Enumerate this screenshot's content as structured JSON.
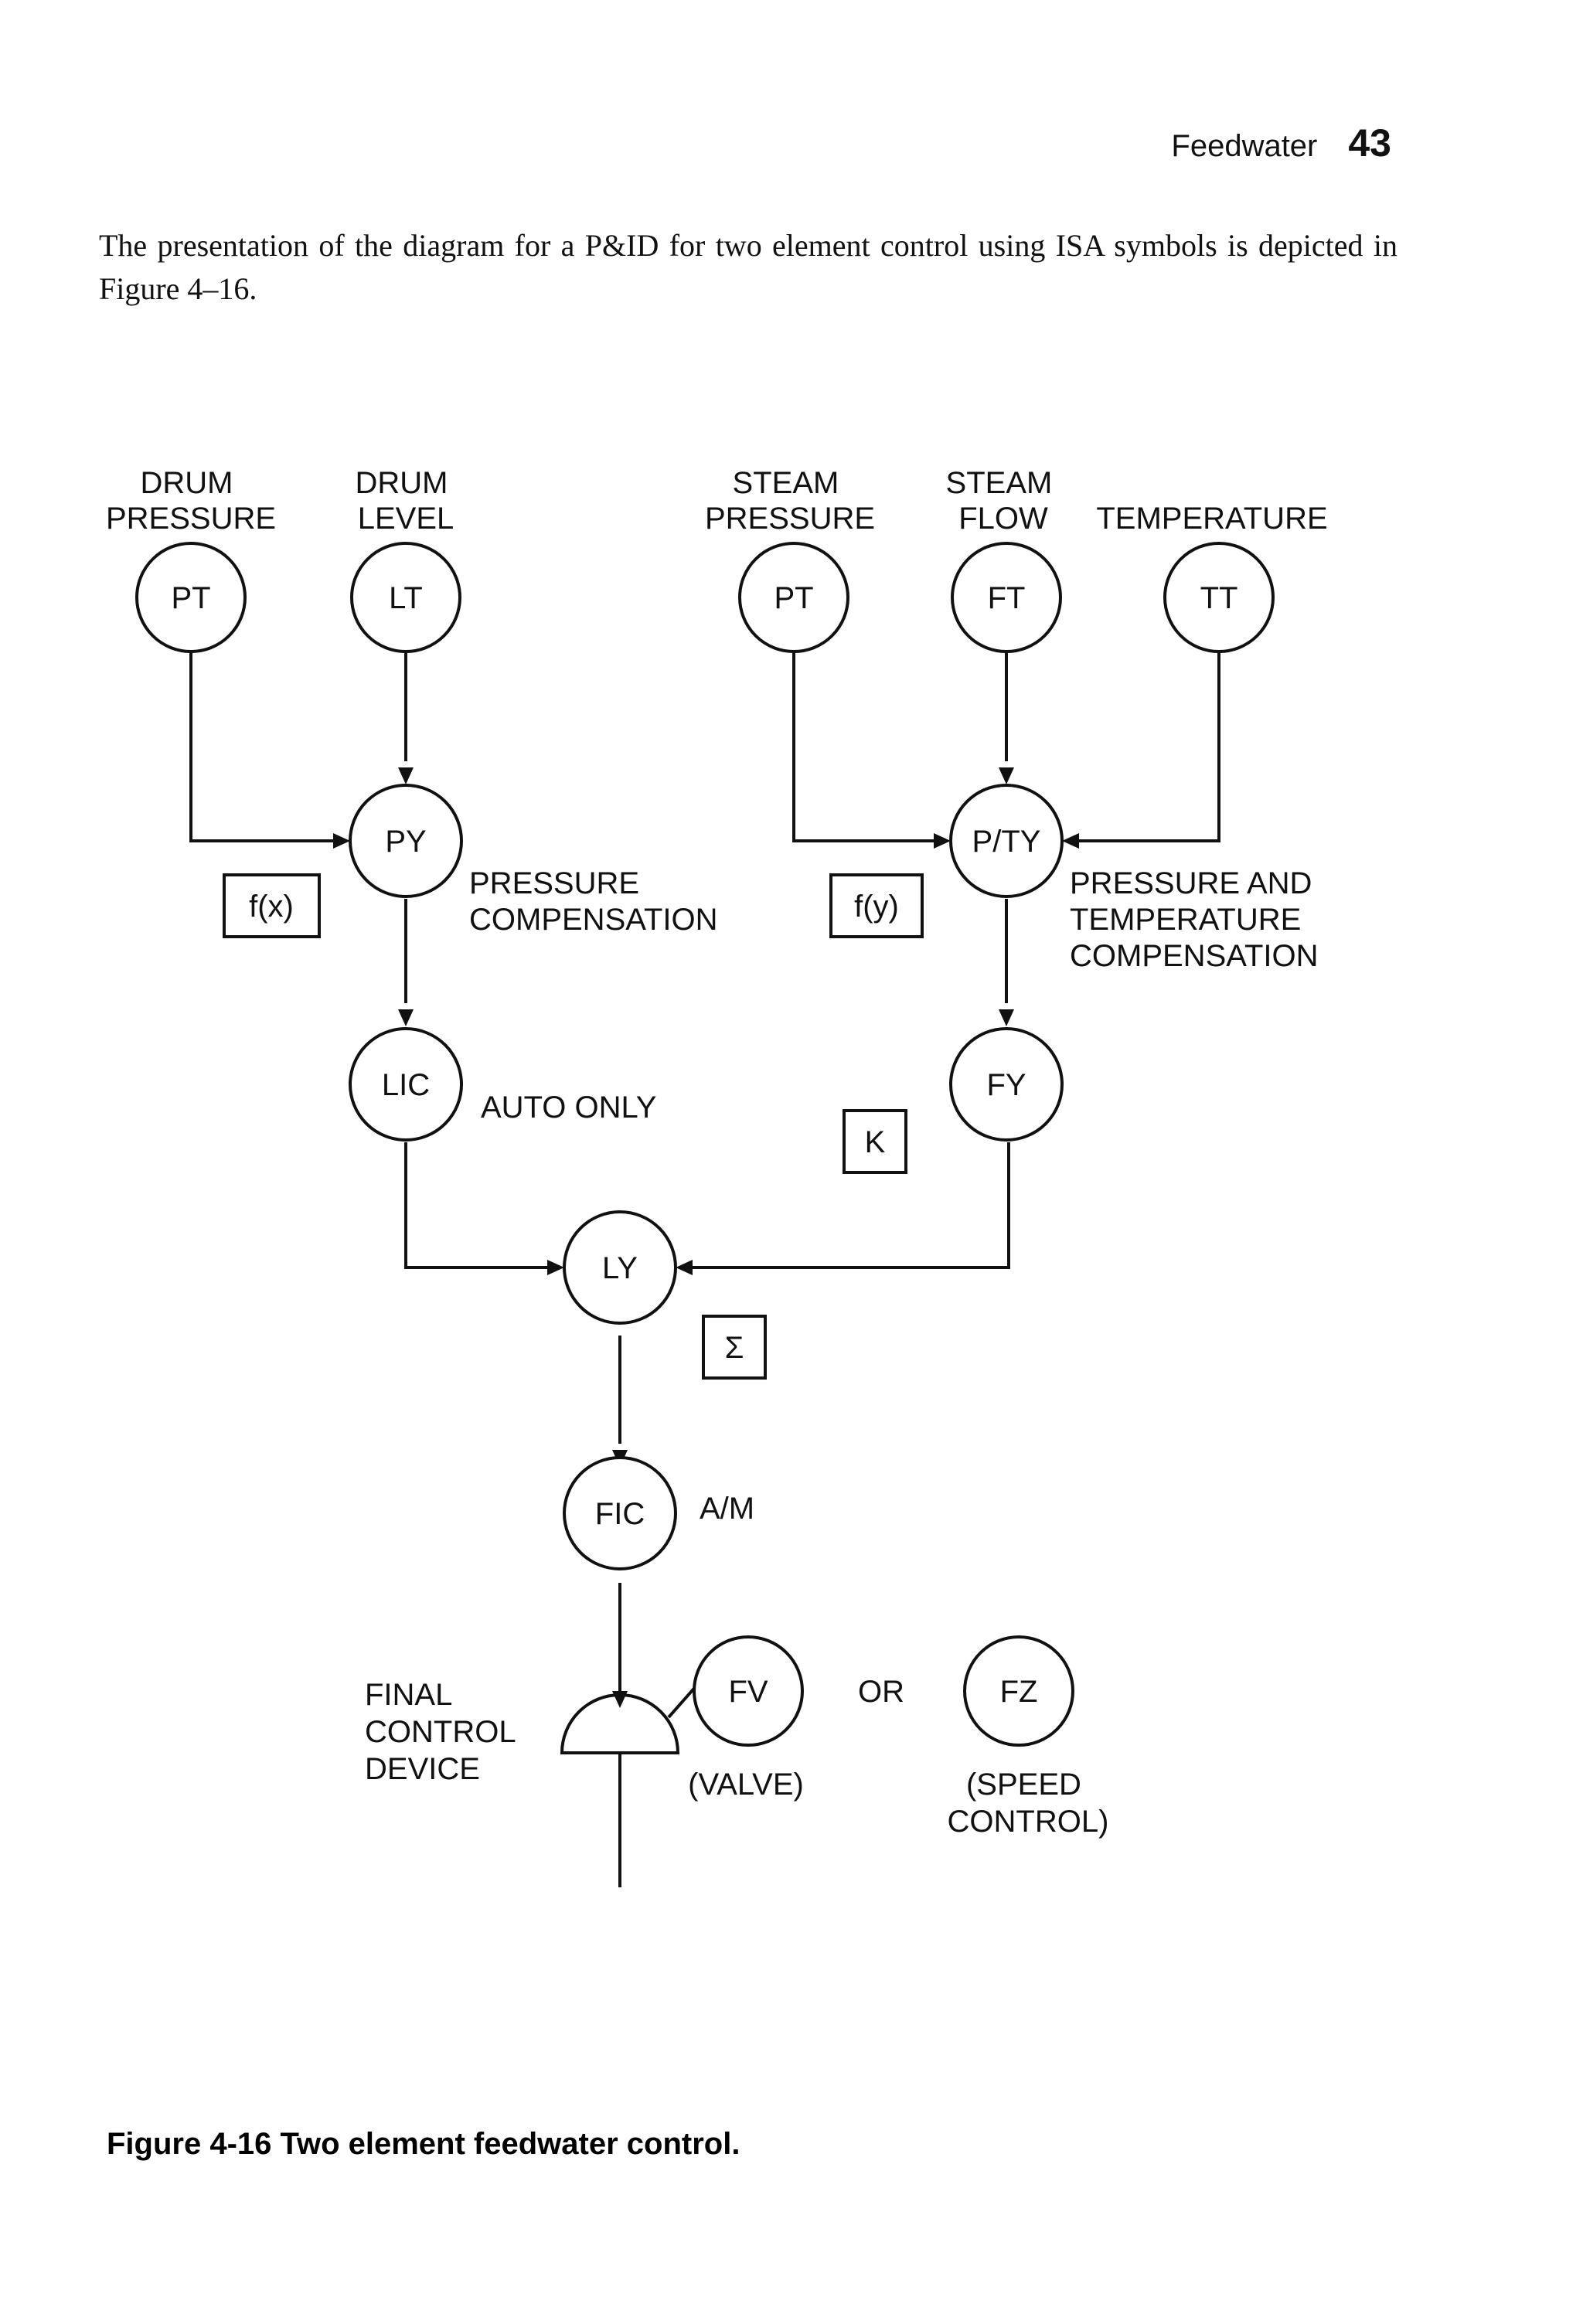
{
  "header": {
    "section": "Feedwater",
    "page_number": "43"
  },
  "intro_text": "The presentation of the diagram for a P&ID for two element control using ISA symbols is depicted in Figure 4–16.",
  "diagram": {
    "labels": {
      "drum_pressure": [
        "DRUM",
        "PRESSURE"
      ],
      "drum_level": [
        "DRUM",
        "LEVEL"
      ],
      "steam_pressure": [
        "STEAM",
        "PRESSURE"
      ],
      "steam_flow": [
        "STEAM",
        "FLOW"
      ],
      "temperature": [
        "TEMPERATURE"
      ],
      "pressure_compensation": [
        "PRESSURE",
        "COMPENSATION"
      ],
      "pt_compensation": [
        "PRESSURE AND",
        "TEMPERATURE",
        "COMPENSATION"
      ],
      "auto_only": [
        "AUTO ONLY"
      ],
      "am": [
        "A/M"
      ],
      "final_control_device": [
        "FINAL",
        "CONTROL",
        "DEVICE"
      ],
      "or": [
        "OR"
      ],
      "valve": [
        "(VALVE)"
      ],
      "speed_control": [
        "(SPEED",
        "CONTROL)"
      ]
    },
    "bubbles": {
      "pt1": "PT",
      "lt": "LT",
      "pt2": "PT",
      "ft": "FT",
      "tt": "TT",
      "py": "PY",
      "pty": "P/TY",
      "lic": "LIC",
      "fy": "FY",
      "ly": "LY",
      "fic": "FIC",
      "fv": "FV",
      "fz": "FZ"
    },
    "function_boxes": {
      "fx": "f(x)",
      "fy": "f(y)",
      "k": "K",
      "sigma": "Σ"
    }
  },
  "caption": "Figure 4-16 Two element feedwater control."
}
